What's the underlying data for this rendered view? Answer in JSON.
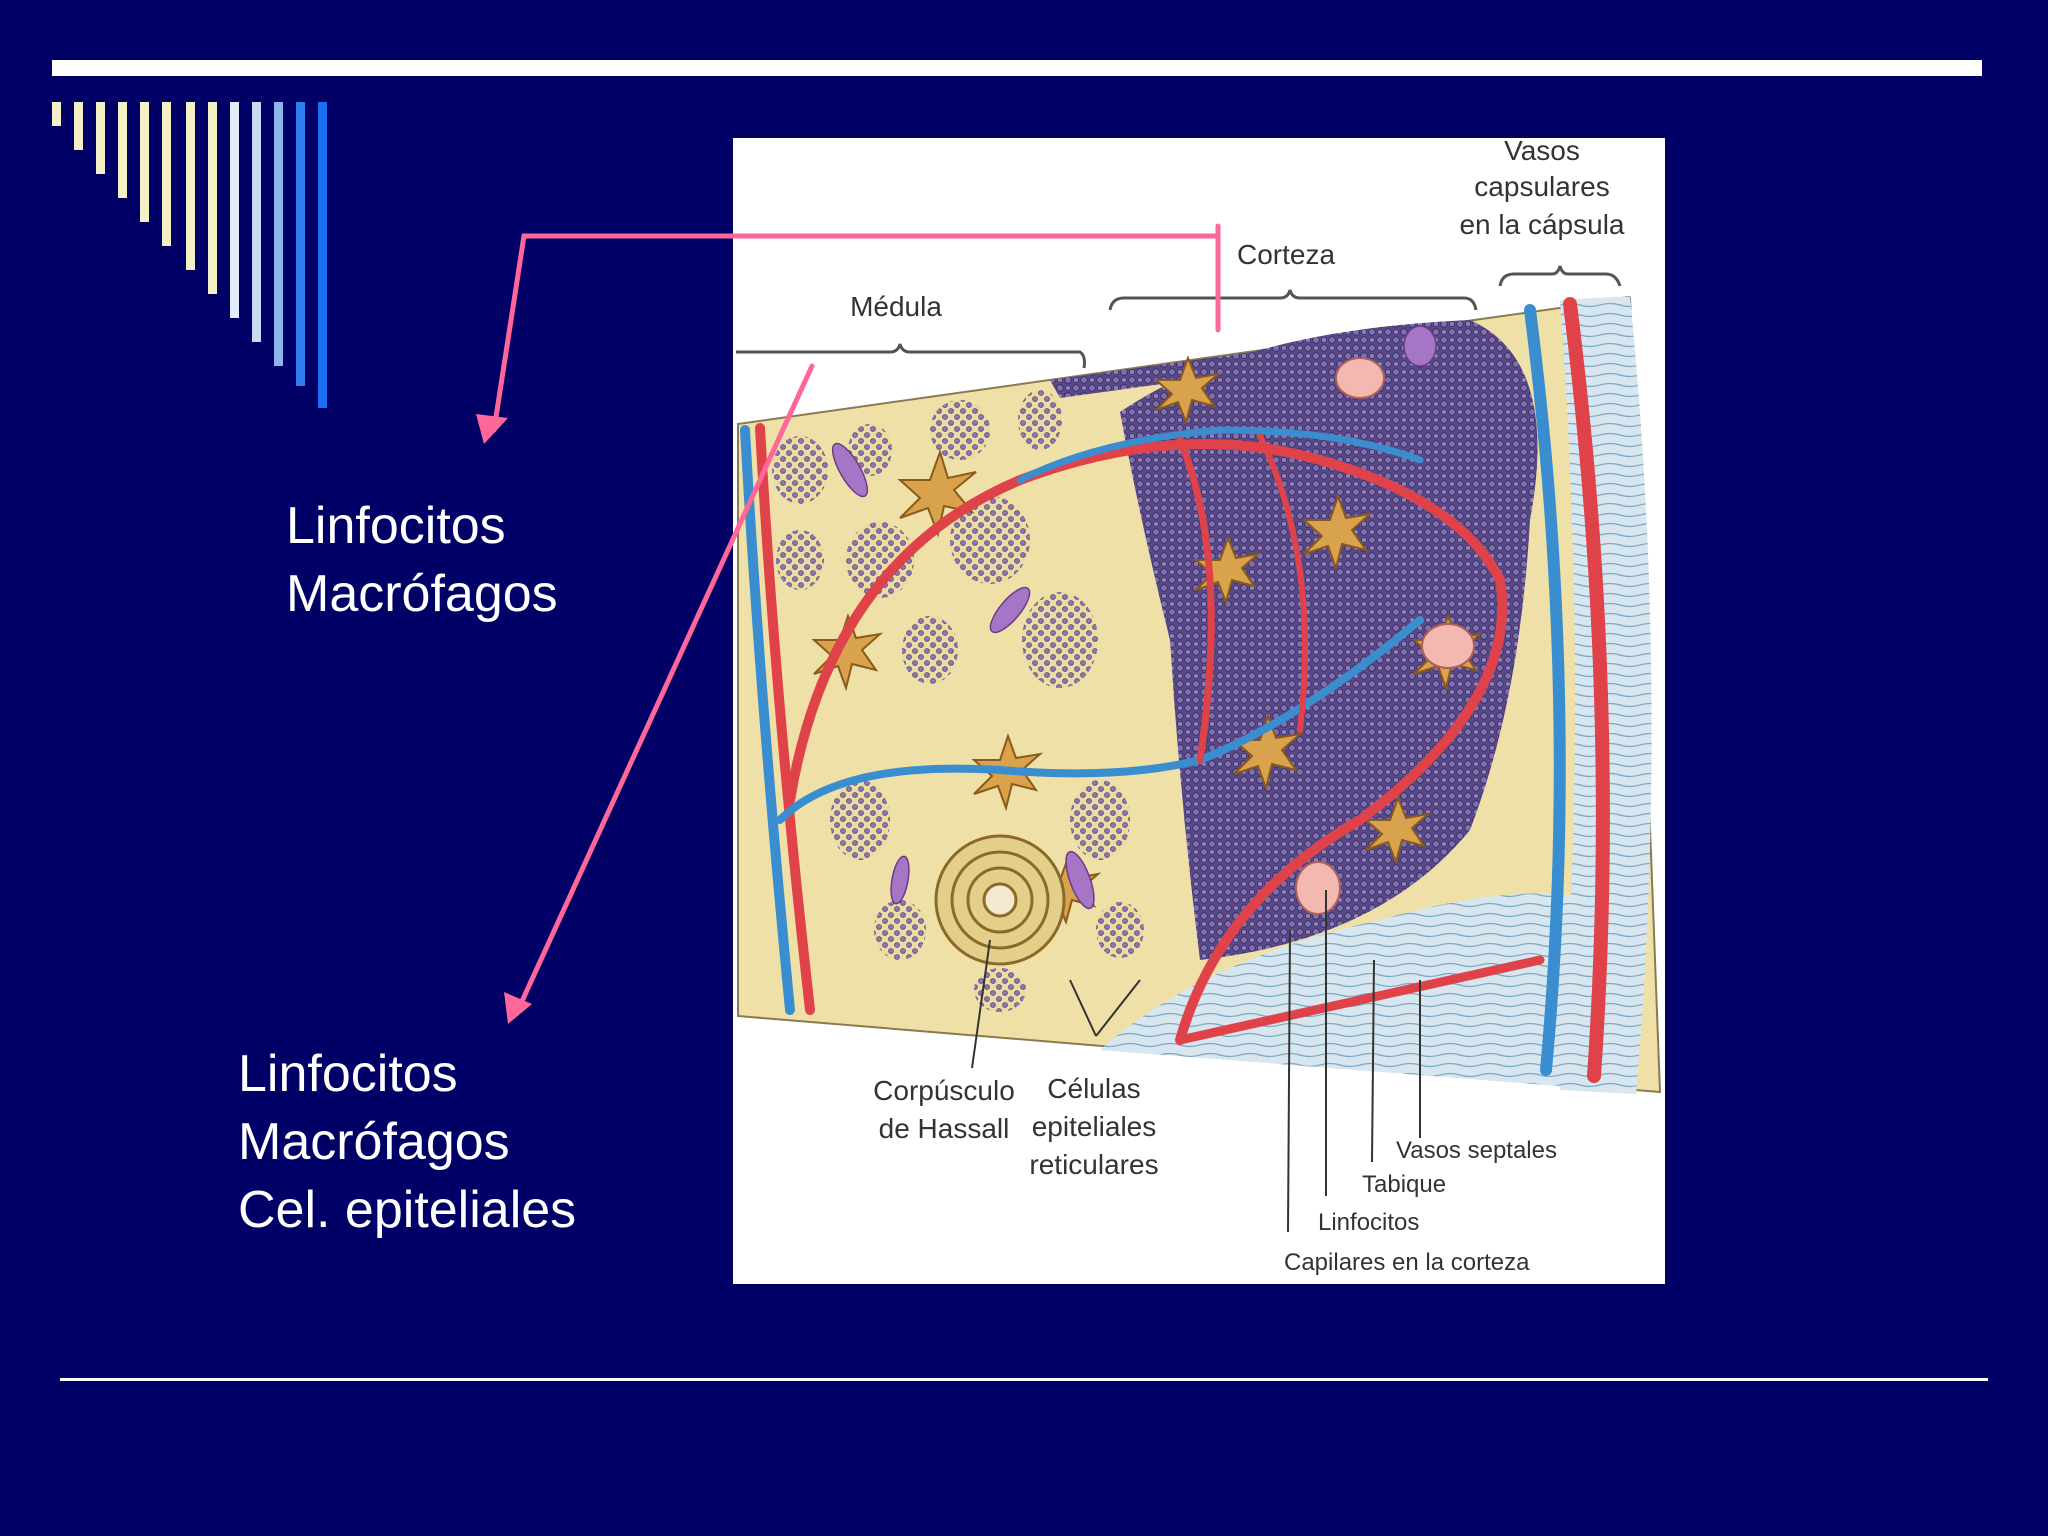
{
  "slide": {
    "background": "#000066",
    "arrow_color": "#ff6699",
    "captions": {
      "cortex": {
        "line1": "Linfocitos",
        "line2": "Macrófagos"
      },
      "medulla": {
        "line1": "Linfocitos",
        "line2": "Macrófagos",
        "line3": "Cel. epiteliales"
      }
    }
  },
  "figure": {
    "labels": {
      "medula": "Médula",
      "corteza": "Corteza",
      "vasos_capsulares_1": "Vasos",
      "vasos_capsulares_2": "capsulares",
      "vasos_capsulares_3": "en la cápsula",
      "hassall_1": "Corpúsculo",
      "hassall_2": "de Hassall",
      "epitelial_1": "Células",
      "epitelial_2": "epiteliales",
      "epitelial_3": "reticulares",
      "vasos_septales": "Vasos septales",
      "tabique": "Tabique",
      "linfocitos": "Linfocitos",
      "capilares": "Capilares en la corteza"
    }
  }
}
